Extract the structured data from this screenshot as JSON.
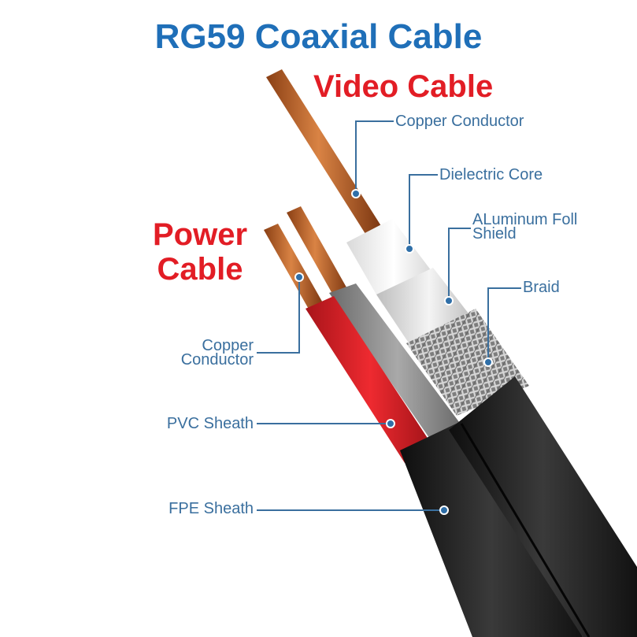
{
  "title": "RG59 Coaxial Cable",
  "video_cable_label": "Video Cable",
  "power_cable_label": {
    "line1": "Power",
    "line2": "Cable"
  },
  "callouts": {
    "copper_conductor_video": "Copper Conductor",
    "dielectric_core": "Dielectric Core",
    "aluminum_foil_shield": {
      "line1": "ALuminum Foll",
      "line2": "Shield"
    },
    "braid": "Braid",
    "copper_conductor_power": {
      "line1": "Copper",
      "line2": "Conductor"
    },
    "pvc_sheath": "PVC Sheath",
    "fpe_sheath": "FPE Sheath"
  },
  "colors": {
    "title_blue": "#1f6fb8",
    "label_red": "#e21d25",
    "callout_blue": "#3a6f9e",
    "copper": "#c56a2c",
    "jacket_black": "#1f1f1f",
    "pvc_red": "#d81f26",
    "pvc_gray": "#8c8c8c"
  }
}
